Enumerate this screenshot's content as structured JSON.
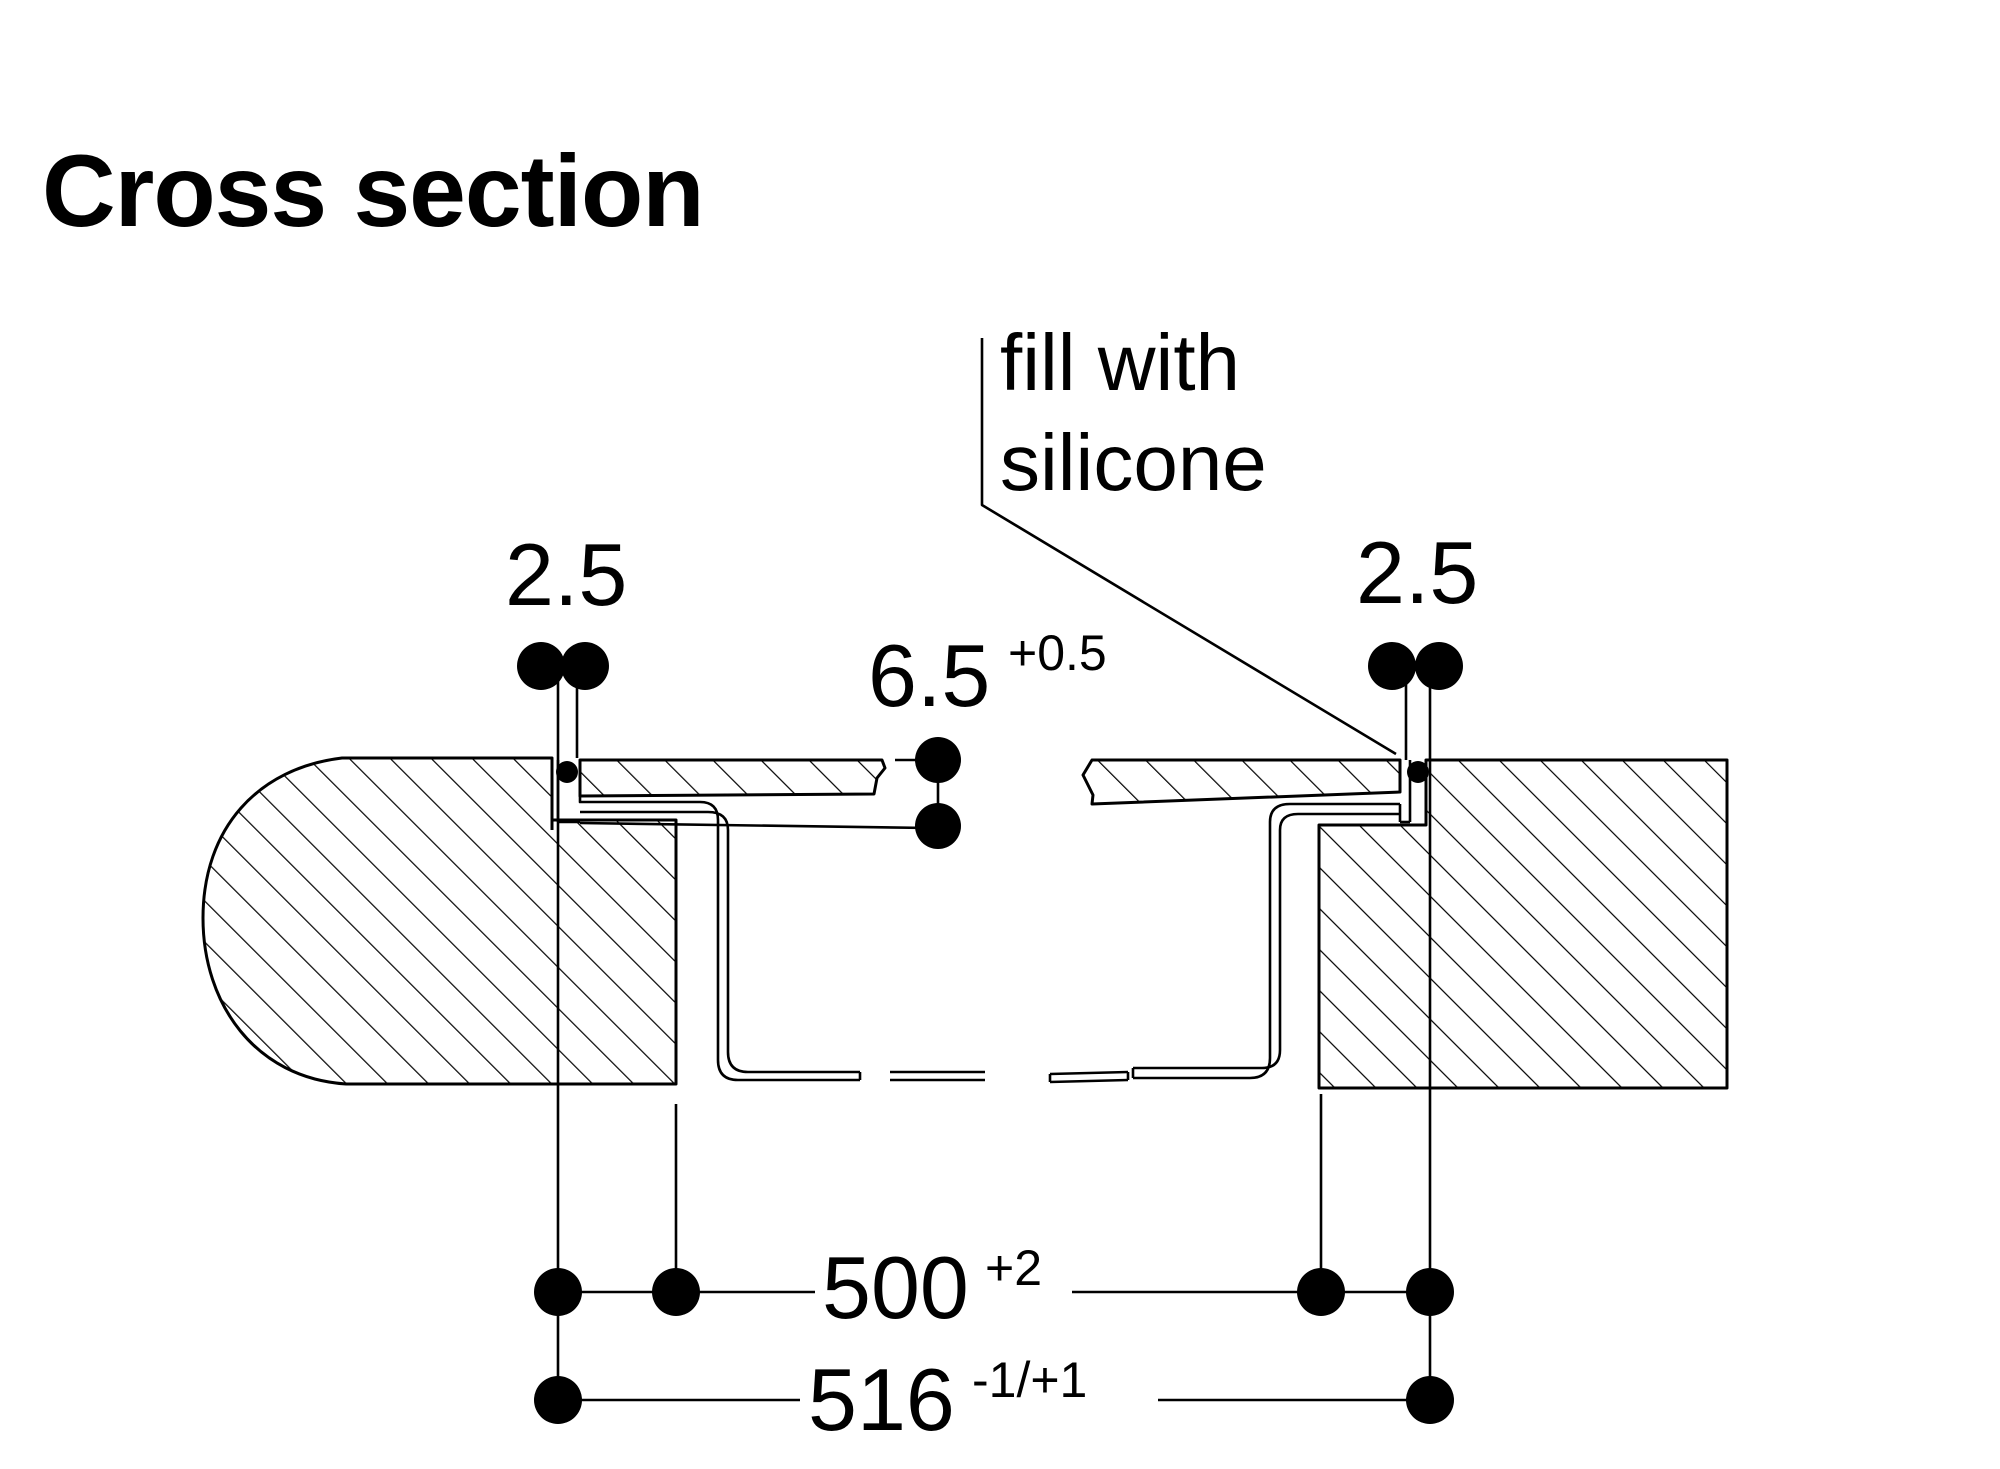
{
  "title": "Cross section",
  "note": {
    "line1": "fill with",
    "line2": "silicone"
  },
  "dimensions": {
    "gap_left": "2.5",
    "gap_right": "2.5",
    "depth_value": "6.5",
    "depth_tol": "+0.5",
    "inner_value": "500",
    "inner_tol": "+2",
    "outer_value": "516",
    "outer_tol": "-1/+1"
  },
  "colors": {
    "ink": "#000000",
    "background": "#ffffff"
  }
}
